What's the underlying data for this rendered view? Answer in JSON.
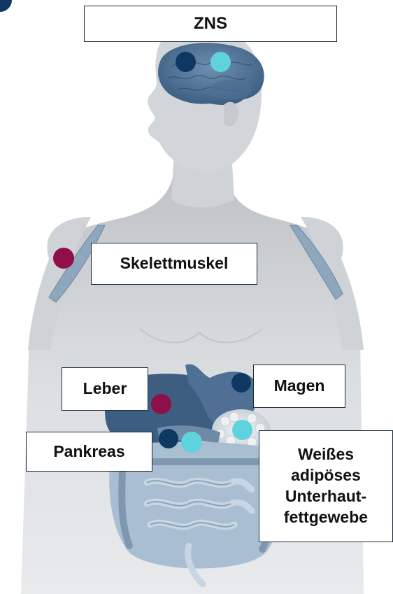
{
  "labels": {
    "zns": "ZNS",
    "skelettmuskel": "Skelettmuskel",
    "leber": "Leber",
    "magen": "Magen",
    "pankreas": "Pankreas",
    "fettgewebe": [
      "Weißes",
      "adipöses",
      "Unterhaut-",
      "fettgewebe"
    ]
  },
  "colors": {
    "dark_navy": "#0e3761",
    "light_cyan": "#5fd3dd",
    "maroon": "#8e0f4a",
    "organ_blue": "#3a5b7d",
    "body_gray": "#d4d7da"
  }
}
